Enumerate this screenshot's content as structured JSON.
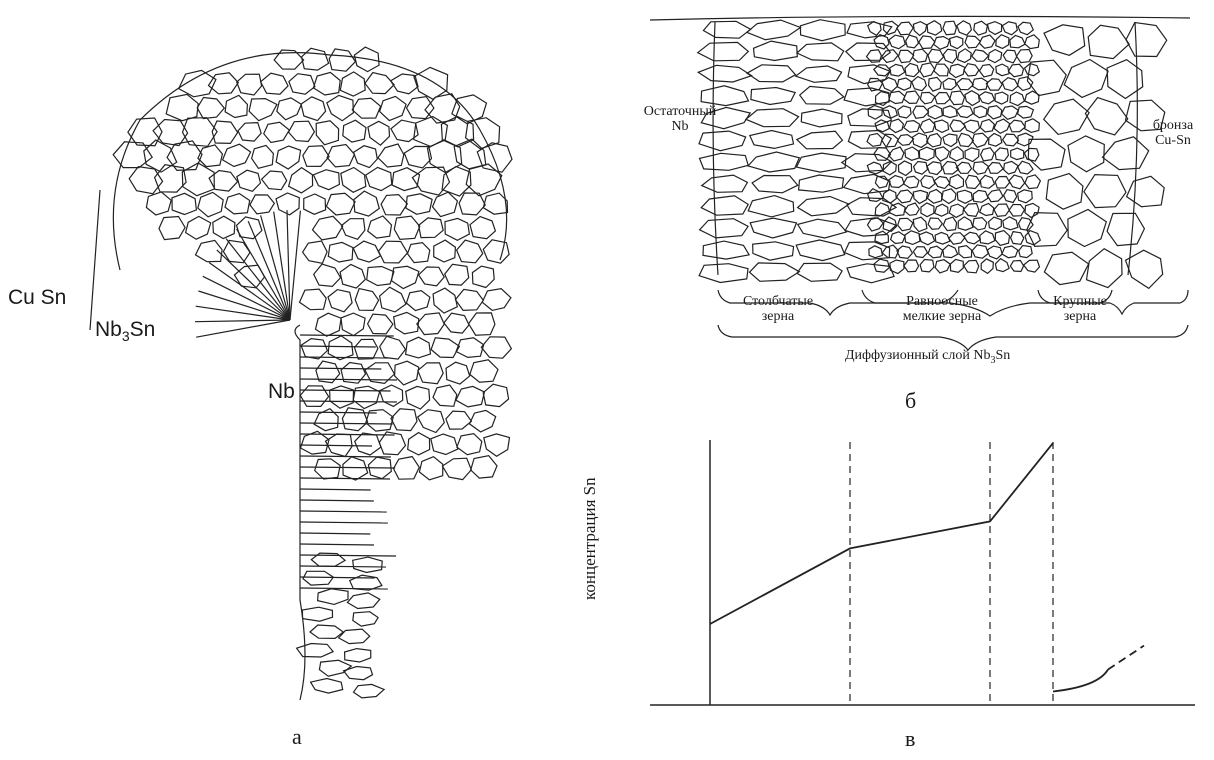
{
  "panel_a": {
    "caption": "а",
    "labels": {
      "cu_sn": "Cu Sn",
      "nb3sn_base": "Nb",
      "nb3sn_sub": "3",
      "nb3sn_tail": "Sn",
      "nb": "Nb"
    }
  },
  "panel_b": {
    "caption": "б",
    "left_label": [
      "Остаточный",
      "Nb"
    ],
    "right_label": [
      "бронза",
      "Cu-Sn"
    ],
    "zones": [
      {
        "line1": "Столбчатые",
        "line2": "зерна"
      },
      {
        "line1": "Равноосные",
        "line2": "мелкие зерна"
      },
      {
        "line1": "Крупные",
        "line2": "зерна"
      }
    ],
    "layer_base": "Диффузионный слой Nb",
    "layer_sub": "3",
    "layer_tail": "Sn"
  },
  "panel_c": {
    "caption": "в",
    "ylabel": "концентрация Sn"
  },
  "colors": {
    "ink": "#1a1a1a",
    "background": "#ffffff"
  },
  "chart_data": {
    "type": "line",
    "title": "",
    "ylabel": "концентрация Sn",
    "xlabel": "",
    "grid": false,
    "series": [
      {
        "values": [
          [
            0,
            0.3
          ],
          [
            1,
            0.58
          ],
          [
            2,
            0.68
          ],
          [
            2.45,
            0.97
          ]
        ]
      },
      {
        "values": [
          [
            2.45,
            0.05
          ],
          [
            3.1,
            0.22
          ]
        ],
        "style": "solid-then-dashed"
      }
    ],
    "boundaries": [
      1,
      2,
      2.45
    ],
    "ylim": [
      0,
      1
    ]
  }
}
